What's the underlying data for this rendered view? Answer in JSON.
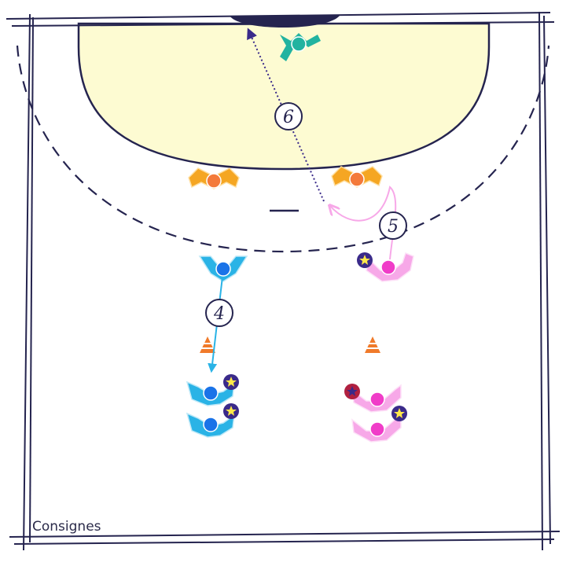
{
  "footer": {
    "label": "Consignes"
  },
  "step_labels": {
    "step4": "4",
    "step5": "5",
    "step6": "6"
  },
  "colors": {
    "line": "#25244f",
    "goal_area": "#fdfbd2",
    "goalkeeper": "#22b3a0",
    "defender": "#f5a623",
    "defender_dot": "#f47a3a",
    "attacker_blue": "#2ab3e6",
    "attacker_blue_dot": "#1a73e8",
    "attacker_pink": "#f7a8e8",
    "attacker_pink_dot": "#f03cc8",
    "ball": "#ffe84a",
    "ball_outline": "#3a2a8a",
    "cone": "#f07a2a",
    "pass_line": "#3a2a8a"
  },
  "icons": {
    "ball": "star-ball-icon",
    "cone": "cone-icon",
    "goal": "goal-icon"
  }
}
